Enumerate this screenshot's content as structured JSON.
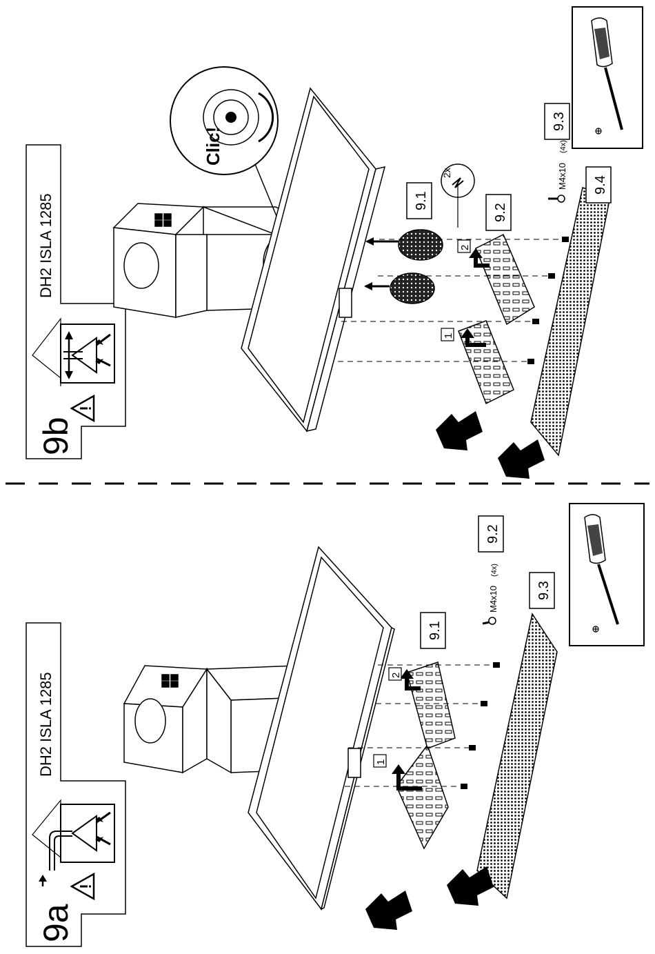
{
  "panels": {
    "a": {
      "id": "9a",
      "model": "DH2 ISLA 1285",
      "step_1": "1",
      "step_2": "2",
      "screw_spec": "M4x10",
      "screw_qty": "(4x)",
      "callouts": [
        "9.1",
        "9.2",
        "9.3"
      ]
    },
    "b": {
      "id": "9b",
      "model": "DH2 ISLA 1285",
      "step_1": "1",
      "step_2": "2",
      "screw_spec": "M4x10",
      "screw_qty": "(4x)",
      "callouts": [
        "9.1",
        "9.2",
        "9.3",
        "9.4"
      ],
      "filter_qty": "2x",
      "clic_text": "Clic!"
    }
  },
  "icons": {
    "warning": "warning-triangle-icon",
    "ducted": "ducted-extraction-icon",
    "recirculation": "recirculation-icon",
    "screwdriver": "phillips-screwdriver-icon",
    "direction": "direction-arrow-icon"
  },
  "colors": {
    "ink": "#000000",
    "paper": "#ffffff"
  }
}
